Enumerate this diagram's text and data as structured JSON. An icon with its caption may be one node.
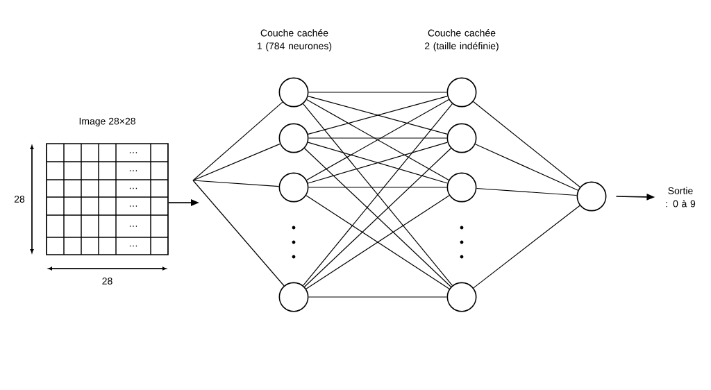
{
  "diagram": {
    "nodes": [
      {
        "text": [
          "Image 28×28"
        ]
      },
      {
        "text": [],
        "shape": "circle"
      },
      {
        "text": [],
        "shape": "circle"
      },
      {
        "text": [],
        "shape": "circle"
      },
      {
        "text": [],
        "shape": "circle"
      },
      {
        "text": [],
        "shape": "circle"
      },
      {
        "text": [],
        "shape": "circle"
      },
      {
        "text": [],
        "shape": "circle"
      },
      {
        "text": [],
        "shape": "circle"
      },
      {
        "text": [],
        "shape": "circle"
      },
      {
        "text": [
          "Sortie : 0 à 9"
        ]
      }
    ],
    "edges": [
      {
        "from": 0,
        "to": null,
        "arrow": "to"
      },
      {
        "from": null,
        "to": 1,
        "arrow": "none"
      },
      {
        "from": null,
        "to": 2,
        "arrow": "none"
      },
      {
        "from": null,
        "to": 3,
        "arrow": "none"
      },
      {
        "from": null,
        "to": 4,
        "arrow": "none"
      },
      {
        "from": 1,
        "to": 5,
        "arrow": "none"
      },
      {
        "from": 1,
        "to": 6,
        "arrow": "none"
      },
      {
        "from": 1,
        "to": 7,
        "arrow": "none"
      },
      {
        "from": 1,
        "to": 8,
        "arrow": "none"
      },
      {
        "from": 2,
        "to": 5,
        "arrow": "none"
      },
      {
        "from": 2,
        "to": 6,
        "arrow": "none"
      },
      {
        "from": 2,
        "to": 7,
        "arrow": "none"
      },
      {
        "from": 2,
        "to": 8,
        "arrow": "none"
      },
      {
        "from": 3,
        "to": 5,
        "arrow": "none"
      },
      {
        "from": 3,
        "to": 6,
        "arrow": "none"
      },
      {
        "from": 3,
        "to": 7,
        "arrow": "none"
      },
      {
        "from": 3,
        "to": 8,
        "arrow": "none"
      },
      {
        "from": 4,
        "to": 5,
        "arrow": "none"
      },
      {
        "from": 4,
        "to": 6,
        "arrow": "none"
      },
      {
        "from": 4,
        "to": 7,
        "arrow": "none"
      },
      {
        "from": 4,
        "to": 8,
        "arrow": "none"
      },
      {
        "from": 5,
        "to": 9,
        "arrow": "none"
      },
      {
        "from": 6,
        "to": 9,
        "arrow": "none"
      },
      {
        "from": 7,
        "to": 9,
        "arrow": "none"
      },
      {
        "from": 8,
        "to": 9,
        "arrow": "none"
      },
      {
        "from": 9,
        "to": 10,
        "arrow": "to"
      }
    ],
    "labels": [
      "Couche cachée 1 (784 neurones)",
      "Couche cachée 2 (taille indéfinie)",
      "…",
      "…",
      "…",
      "…",
      "…",
      "…",
      "28",
      "28"
    ]
  }
}
